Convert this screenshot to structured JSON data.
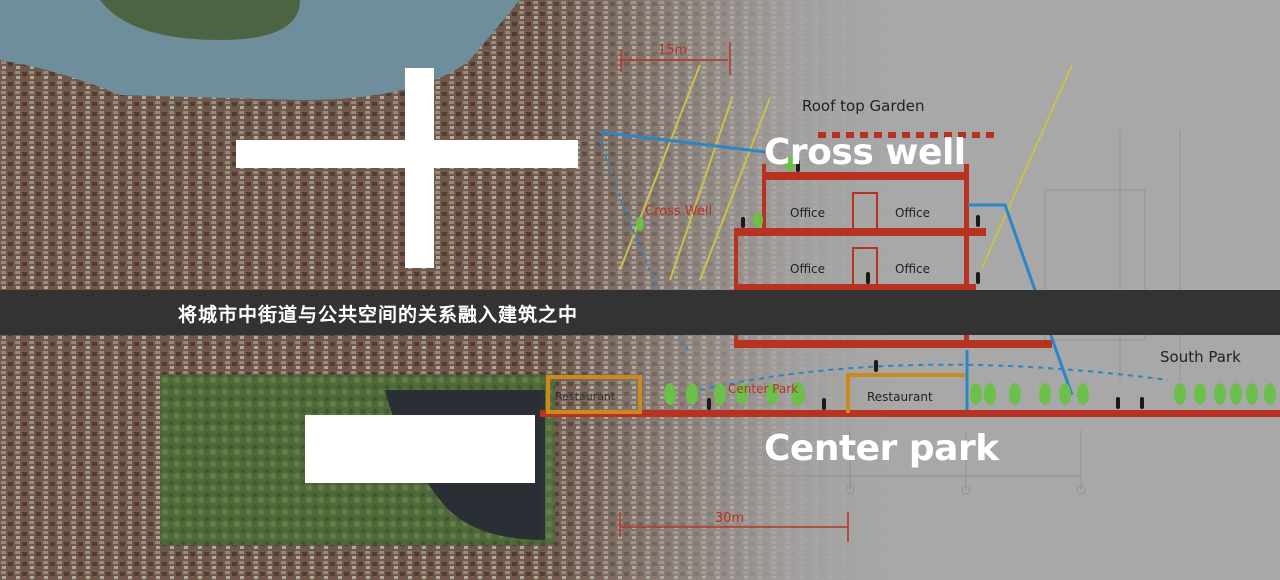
{
  "caption": "将城市中街道与公共空间的关系融入建筑之中",
  "labels": {
    "cross_well": "Cross well",
    "center_park": "Center park",
    "roof_top_garden": "Roof top Garden",
    "south_park": "South Park",
    "office": "Office",
    "restaurant": "Restaurant",
    "map_cross_well": "Cross Well",
    "map_center_park": "Center Park",
    "map_restaurant": "Restaurant",
    "scale_15": "15m",
    "scale_30": "30m"
  },
  "colors": {
    "structure_red": "#b83222",
    "path_blue": "#2b86c6",
    "restaurant_orange": "#cc8a1c",
    "tree_green": "#6cbf4a",
    "sightline_yellow": "#c9c24a",
    "caption_band": "#333333"
  }
}
